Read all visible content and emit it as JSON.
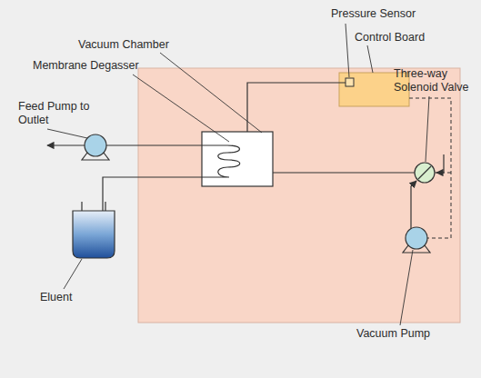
{
  "diagram": {
    "labels": [
      "Vacuum Chamber",
      "Membrane Degasser",
      "Pressure Sensor",
      "Control Board",
      "Three-way Solenoid Valve",
      "Feed Pump to Outlet",
      "Eluent",
      "Vacuum Pump"
    ]
  }
}
